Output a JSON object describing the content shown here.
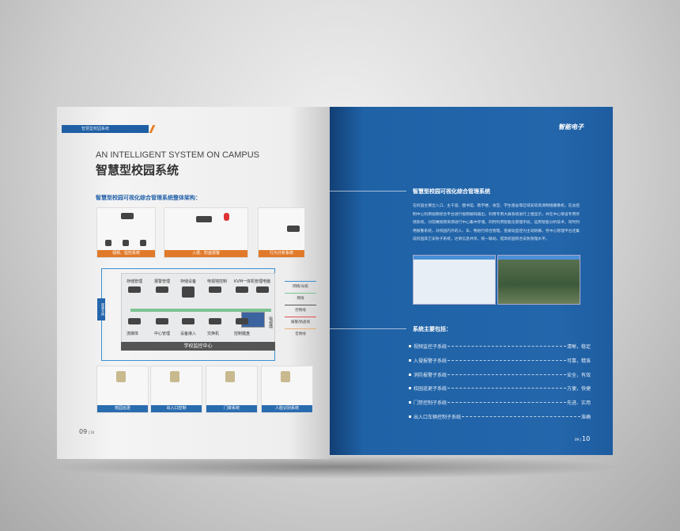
{
  "left_page": {
    "section_tag": "智慧型校园系统",
    "title_en": "AN INTELLIGENT SYSTEM ON CAMPUS",
    "title_cn": "智慧型校园系统",
    "diagram_title": "智慧型校园可视化综合管理系统整体架构：",
    "top_systems": [
      "视频、监控系统",
      "入侵、防盗报警",
      "行为分析系统"
    ],
    "center_top": [
      "存储管理",
      "报警管理",
      "存储设备",
      "电视墙控制",
      "KVM一体机",
      "管理电脑"
    ],
    "center_bottom": [
      "流媒体",
      "中心管理",
      "设备接入",
      "交换机",
      "控制键盘"
    ],
    "tv_wall": "电视墙",
    "center_name": "学校监控中心",
    "side_label": "视频专网",
    "legend": [
      "网络/光缆",
      "网线",
      "控制线",
      "报警/防盗线",
      "音频线"
    ],
    "legend_colors": [
      "#3b8fd0",
      "#7cc494",
      "#555555",
      "#e05050",
      "#e8b070"
    ],
    "bottom_systems": [
      "校园巡更",
      "出入口控制",
      "门禁系统",
      "人脸识别系统"
    ],
    "page_number": "09",
    "page_number_small": "10"
  },
  "right_page": {
    "logo": "智能电子",
    "heading": "智慧型校园可视化综合管理系统",
    "paragraph": "在校园主要出入口、主干道、图书馆、教学楼、食堂、学生宿舍等区域安装高清网络摄像机，在总控制中心利用视频综合平台进行视频解码输出，利用专用大屏系统进行上墙显示，并在中心架设专用存储系统，对前端视频资源进行中心集中存储。同时利用智能化管理手段，运用智能分析技术，同时利用报警系统，对校园内外的人、车、物进行综合管理，变被动监控为主动防御。另中心管理平台还集成校园其它安防子系统，达到信息共享，统一联动，提高校园综合安防管理水平。",
    "list_heading": "系统主要包括：",
    "items": [
      {
        "name": "视频监控子系统",
        "desc": "清晰，稳定"
      },
      {
        "name": "入侵报警子系统",
        "desc": "可靠，精准"
      },
      {
        "name": "消防报警子系统",
        "desc": "安全，有效"
      },
      {
        "name": "校园巡更子系统",
        "desc": "方便，快捷"
      },
      {
        "name": "门禁控制子系统",
        "desc": "先进、实用"
      },
      {
        "name": "出入口车辆控制子系统",
        "desc": "准确"
      }
    ],
    "page_number_small": "09",
    "page_number": "10",
    "accent": "#2466ab"
  }
}
